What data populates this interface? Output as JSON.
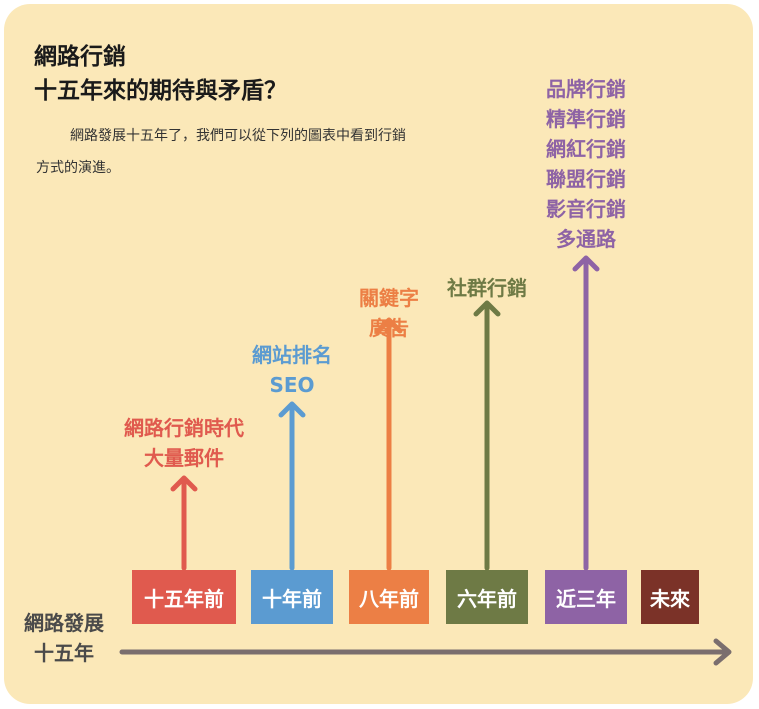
{
  "title": {
    "line1": "網路行銷",
    "line2": "十五年來的期待與矛盾？"
  },
  "intro": "網路發展十五年了，我們可以從下列的圖表中看到行銷方式的演進。",
  "axis": {
    "line1": "網路發展",
    "line2": "十五年",
    "color": "#7a6e6e"
  },
  "stages": [
    {
      "period": "十五年前",
      "color": "#e05a4e",
      "labels": [
        "網路行銷時代",
        "大量郵件"
      ]
    },
    {
      "period": "十年前",
      "color": "#5b9bd1",
      "labels": [
        "網站排名",
        "SEO"
      ]
    },
    {
      "period": "八年前",
      "color": "#ec7f45",
      "labels": [
        "關鍵字",
        "廣告"
      ]
    },
    {
      "period": "六年前",
      "color": "#6e7a45",
      "labels": [
        "社群行銷"
      ]
    },
    {
      "period": "近三年",
      "color": "#8e63a5",
      "labels": [
        "品牌行銷",
        "精準行銷",
        "網紅行銷",
        "聯盟行銷",
        "影音行銷",
        "多通路"
      ]
    },
    {
      "period": "未來",
      "color": "#7b3228",
      "labels": []
    }
  ]
}
